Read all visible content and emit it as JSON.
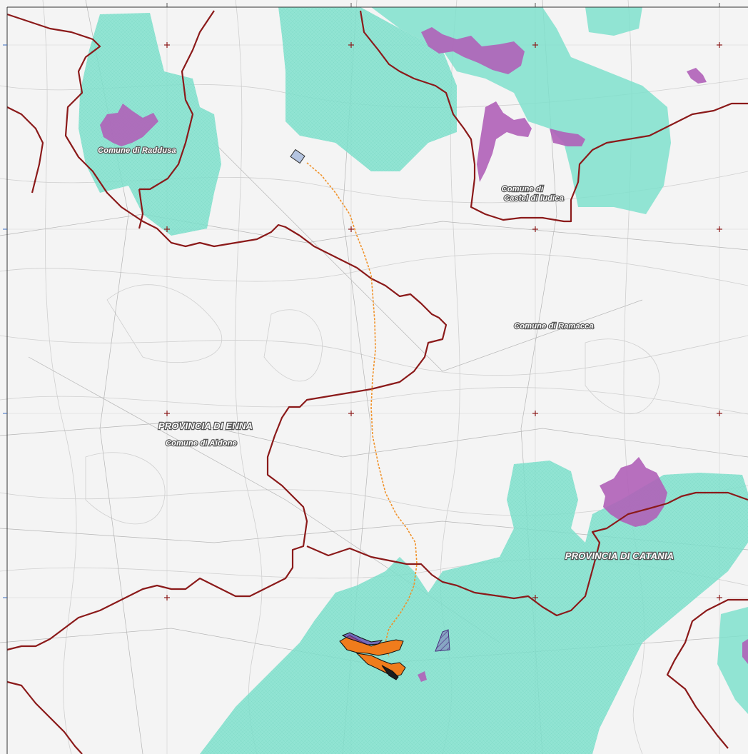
{
  "map": {
    "labels": {
      "raddusa": "Comune di Raddusa",
      "castel_iudica_1": "Comune di",
      "castel_iudica_2": "Castel di Iudica",
      "ramacca": "Comune di Ramacca",
      "enna_province": "PROVINCIA DI ENNA",
      "aidone": "Comune di Aidone",
      "catania_province": "PROVINCIA DI CATANIA"
    },
    "colors": {
      "boundary": "#8b1a1a",
      "protected_area": "#7fe0cc",
      "urban_area": "#b060b8",
      "cable_route": "#f0922a",
      "project_site": "#f07c1c",
      "substation": "#b4c4e0",
      "hatched_area": "#7a4ab0"
    },
    "legend_icons": [
      "grid-cross-icon"
    ]
  }
}
